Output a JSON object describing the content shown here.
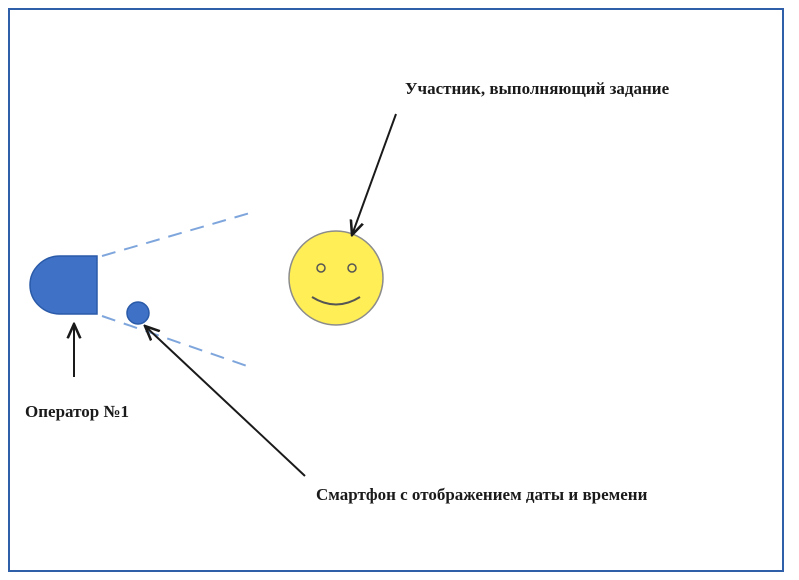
{
  "labels": {
    "participant": "Участник, выполняющий задание",
    "operator": "Оператор №1",
    "smartphone": "Смартфон с отображением даты и времени"
  },
  "colors": {
    "frame": "#2f5fa8",
    "operator_fill": "#3f72c6",
    "phone_fill": "#3f72c6",
    "face_fill": "#ffee55",
    "view_lines": "#7fa6dc",
    "arrows": "#1a1a1a"
  },
  "icons": {
    "participant": "smiley-face-icon",
    "operator": "camera-operator-icon",
    "smartphone": "smartphone-dot-icon"
  }
}
